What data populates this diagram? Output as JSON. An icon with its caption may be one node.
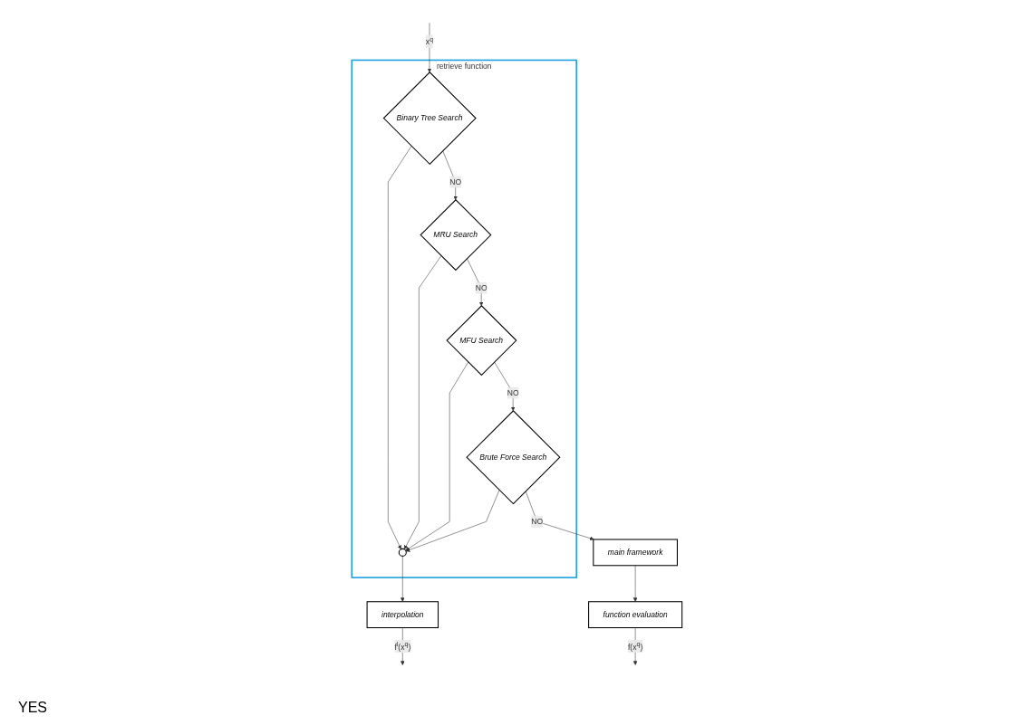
{
  "diagram": {
    "nodes": [
      {
        "text": [
          "retrieve function"
        ]
      },
      {
        "text": [
          "Binary Tree Search"
        ],
        "in": 0
      },
      {
        "text": [
          "MRU Search"
        ],
        "in": 0
      },
      {
        "text": [
          "MFU Search"
        ],
        "in": 0
      },
      {
        "text": [
          "Brute Force Search"
        ],
        "in": 0
      },
      {
        "text": [],
        "shape": "circle",
        "in": 0
      },
      {
        "text": [
          "interpolation"
        ]
      },
      {
        "text": [
          "function evaluation"
        ]
      },
      {
        "text": [
          "main framework"
        ]
      }
    ],
    "edges": [
      {
        "from": null,
        "to": 1,
        "arrow": "to",
        "label": "x$^{q}$"
      },
      {
        "from": 1,
        "to": 2,
        "arrow": "to",
        "label": "NO"
      },
      {
        "from": 2,
        "to": 3,
        "arrow": "to",
        "label": "NO"
      },
      {
        "from": 3,
        "to": 4,
        "arrow": "to",
        "label": "NO"
      },
      {
        "from": 1,
        "to": 5,
        "arrow": "to"
      },
      {
        "from": 2,
        "to": 5,
        "arrow": "to"
      },
      {
        "from": 3,
        "to": 5,
        "arrow": "to"
      },
      {
        "from": 4,
        "to": 5,
        "arrow": "to"
      },
      {
        "from": 5,
        "to": 6,
        "arrow": "to"
      },
      {
        "from": 6,
        "to": null,
        "arrow": "to",
        "label": "f$^{l}$(x$^{q}$)"
      },
      {
        "from": 4,
        "to": 8,
        "arrow": "to",
        "label": "NO"
      },
      {
        "from": 8,
        "to": 7,
        "arrow": "to"
      },
      {
        "from": 7,
        "to": null,
        "arrow": "to",
        "label": "f(x$^{q}$)"
      }
    ],
    "labels": [
      "YES"
    ]
  }
}
